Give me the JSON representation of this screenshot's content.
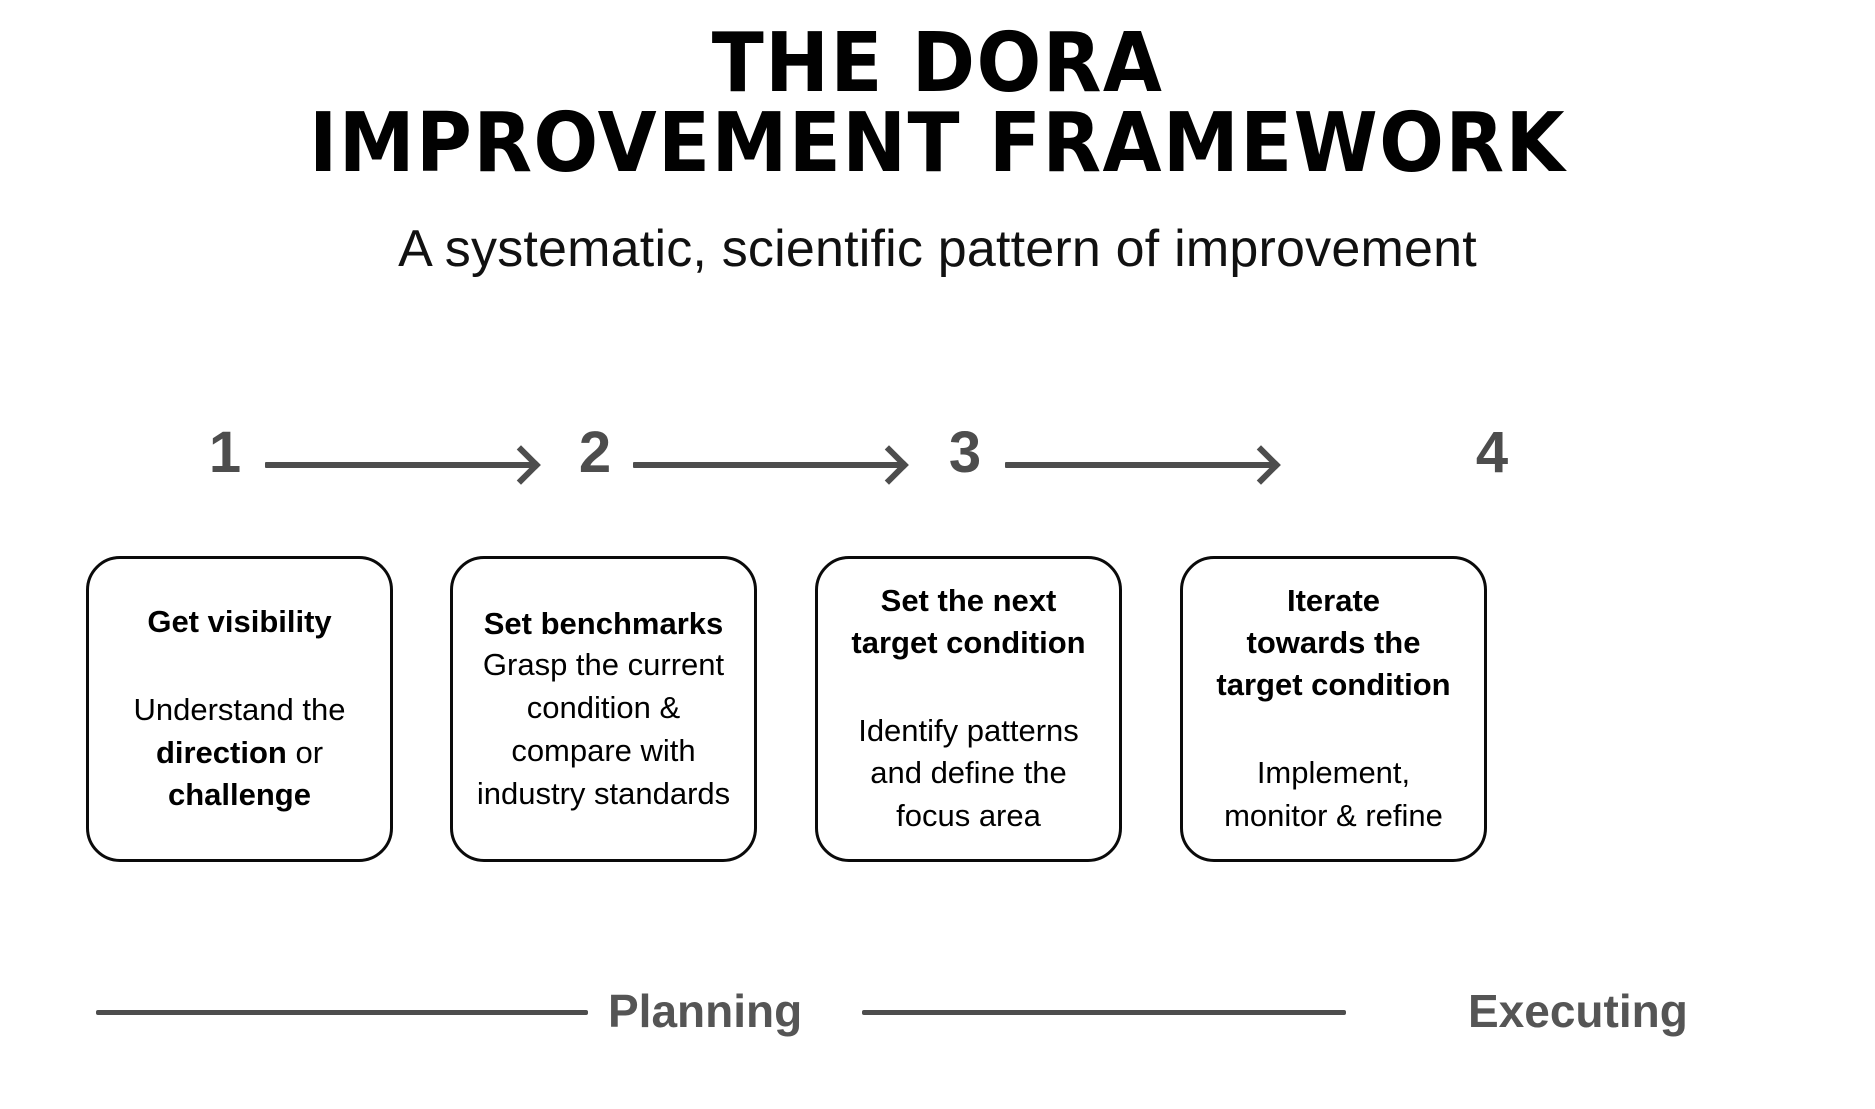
{
  "header": {
    "title_line_1": "THE DORA",
    "title_line_2": "IMPROVEMENT FRAMEWORK",
    "subtitle": "A systematic, scientific pattern of improvement"
  },
  "steps": [
    {
      "number": "1"
    },
    {
      "number": "2"
    },
    {
      "number": "3"
    },
    {
      "number": "4"
    }
  ],
  "cards": [
    {
      "step": "1",
      "title": "Get visibility",
      "body_plain": "Understand the direction or challenge",
      "body_pre": "Understand the\n",
      "body_bold_1": "direction",
      "body_mid": " or\n",
      "body_bold_2": "challenge"
    },
    {
      "step": "2",
      "title": "Set benchmarks",
      "body_plain": "Grasp the current condition & compare with industry standards"
    },
    {
      "step": "3",
      "title": "Set the next\ntarget condition",
      "body_plain": "Identify patterns and define the focus area"
    },
    {
      "step": "4",
      "title": "Iterate\ntowards the\ntarget condition",
      "body_plain": "Implement,\nmonitor & refine"
    }
  ],
  "phases": [
    {
      "label": "Planning"
    },
    {
      "label": "Executing"
    }
  ],
  "colors": {
    "background": "#ffffff",
    "ink": "#000000",
    "accent_gray": "#4d4d4d",
    "label_gray": "#555555",
    "card_border": "#0a0a0a"
  }
}
